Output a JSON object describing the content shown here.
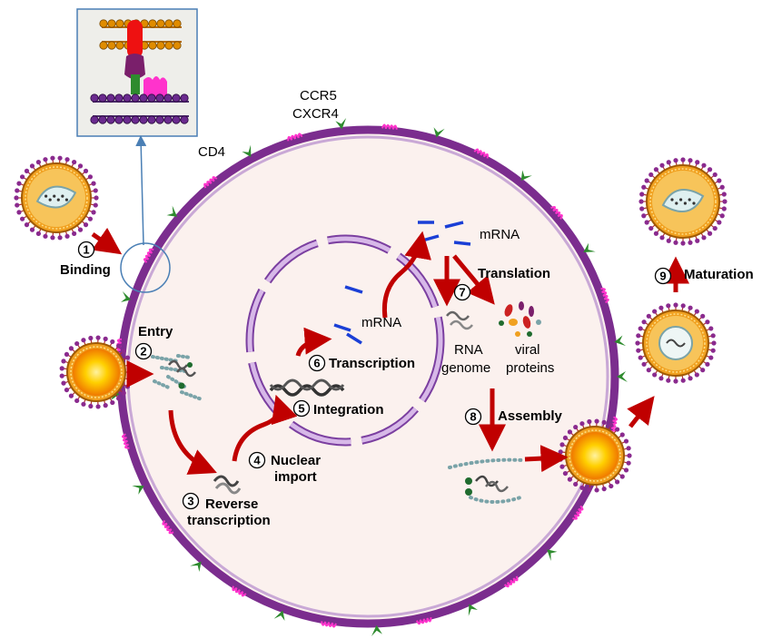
{
  "receptors": {
    "ccr5": "CCR5",
    "cxcr4": "CXCR4",
    "cd4": "CD4"
  },
  "steps": [
    {
      "num": "1",
      "label": "Binding"
    },
    {
      "num": "2",
      "label": "Entry"
    },
    {
      "num": "3",
      "label_line1": "Reverse",
      "label_line2": "transcription"
    },
    {
      "num": "4",
      "label_line1": "Nuclear",
      "label_line2": "import"
    },
    {
      "num": "5",
      "label": "Integration"
    },
    {
      "num": "6",
      "label": "Transcription"
    },
    {
      "num": "7",
      "label": "Translation"
    },
    {
      "num": "8",
      "label": "Assembly"
    },
    {
      "num": "9",
      "label": "Maturation"
    }
  ],
  "products": {
    "mrna_nuclear": "mRNA",
    "mrna_cyto": "mRNA",
    "rna_genome_line1": "RNA",
    "rna_genome_line2": "genome",
    "viral_proteins_line1": "viral",
    "viral_proteins_line2": "proteins"
  },
  "colors": {
    "membrane": "#7b2d8e",
    "cytoplasm": "#fbf1ee",
    "arrow": "#c00000",
    "nucleus": "#9b59b6",
    "cd4_receptor": "#2e8b2e",
    "coreceptor": "#ff33cc",
    "virus_core": "#ffd400",
    "virus_shell": "#f0a020"
  }
}
